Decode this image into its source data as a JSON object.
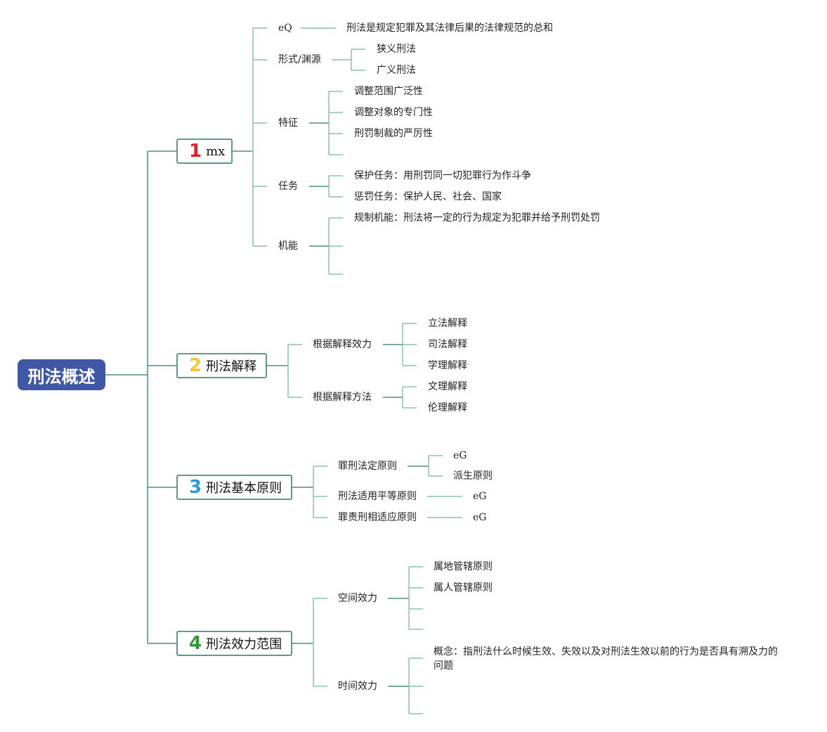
{
  "root": "刑法概述",
  "b1": {
    "num": "1",
    "num_color": "#d9262e",
    "label": "mx",
    "eq_label": "eQ",
    "eq_text": "刑法是规定犯罪及其法律后果的法律规范的总和",
    "xingshi": "形式/渊源",
    "xingshi_1": "狭义刑法",
    "xingshi_2": "广义刑法",
    "tezheng": "特征",
    "tezheng_1": "调整范围广泛性",
    "tezheng_2": "调整对象的专门性",
    "tezheng_3": "刑罚制裁的严厉性",
    "renwu": "任务",
    "renwu_1": "保护任务：用刑罚同一切犯罪行为作斗争",
    "renwu_2": "惩罚任务：保护人民、社会、国家",
    "jineng": "机能",
    "jineng_1": "规制机能：刑法将一定的行为规定为犯罪并给予刑罚处罚"
  },
  "b2": {
    "num": "2",
    "num_color": "#f2c53d",
    "label": "刑法解释",
    "xiaoli": "根据解释效力",
    "xiaoli_1": "立法解释",
    "xiaoli_2": "司法解释",
    "xiaoli_3": "学理解释",
    "fangfa": "根据解释方法",
    "fangfa_1": "文理解释",
    "fangfa_2": "伦理解释"
  },
  "b3": {
    "num": "3",
    "num_color": "#2e9ad6",
    "label": "刑法基本原则",
    "p1": "罪刑法定原则",
    "p1_1": "eG",
    "p1_2": "派生原则",
    "p2": "刑法适用平等原则",
    "p2_1": "eG",
    "p3": "罪责刑相适应原则",
    "p3_1": "eG"
  },
  "b4": {
    "num": "4",
    "num_color": "#2e9a3a",
    "label": "刑法效力范围",
    "kongjian": "空间效力",
    "kongjian_1": "属地管辖原则",
    "kongjian_2": "属人管辖原则",
    "shijian": "时间效力",
    "shijian_1": "概念：指刑法什么时候生效、失效以及对刑法生效以前的行为是否具有溯及力的问题"
  }
}
